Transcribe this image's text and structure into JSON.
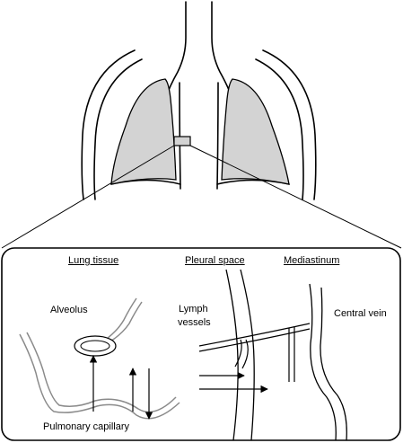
{
  "colors": {
    "lung_fill": "#d3d3d3",
    "capillary_gray": "#8a8a8a",
    "stroke": "#000000",
    "background": "#ffffff"
  },
  "labels": {
    "lung_tissue": "Lung tissue",
    "pleural_space": "Pleural space",
    "mediastinum": "Mediastinum",
    "alveolus": "Alveolus",
    "lymph_vessels_line1": "Lymph",
    "lymph_vessels_line2": "vessels",
    "central_vein": "Central vein",
    "pulmonary_capillary": "Pulmonary capillary"
  }
}
